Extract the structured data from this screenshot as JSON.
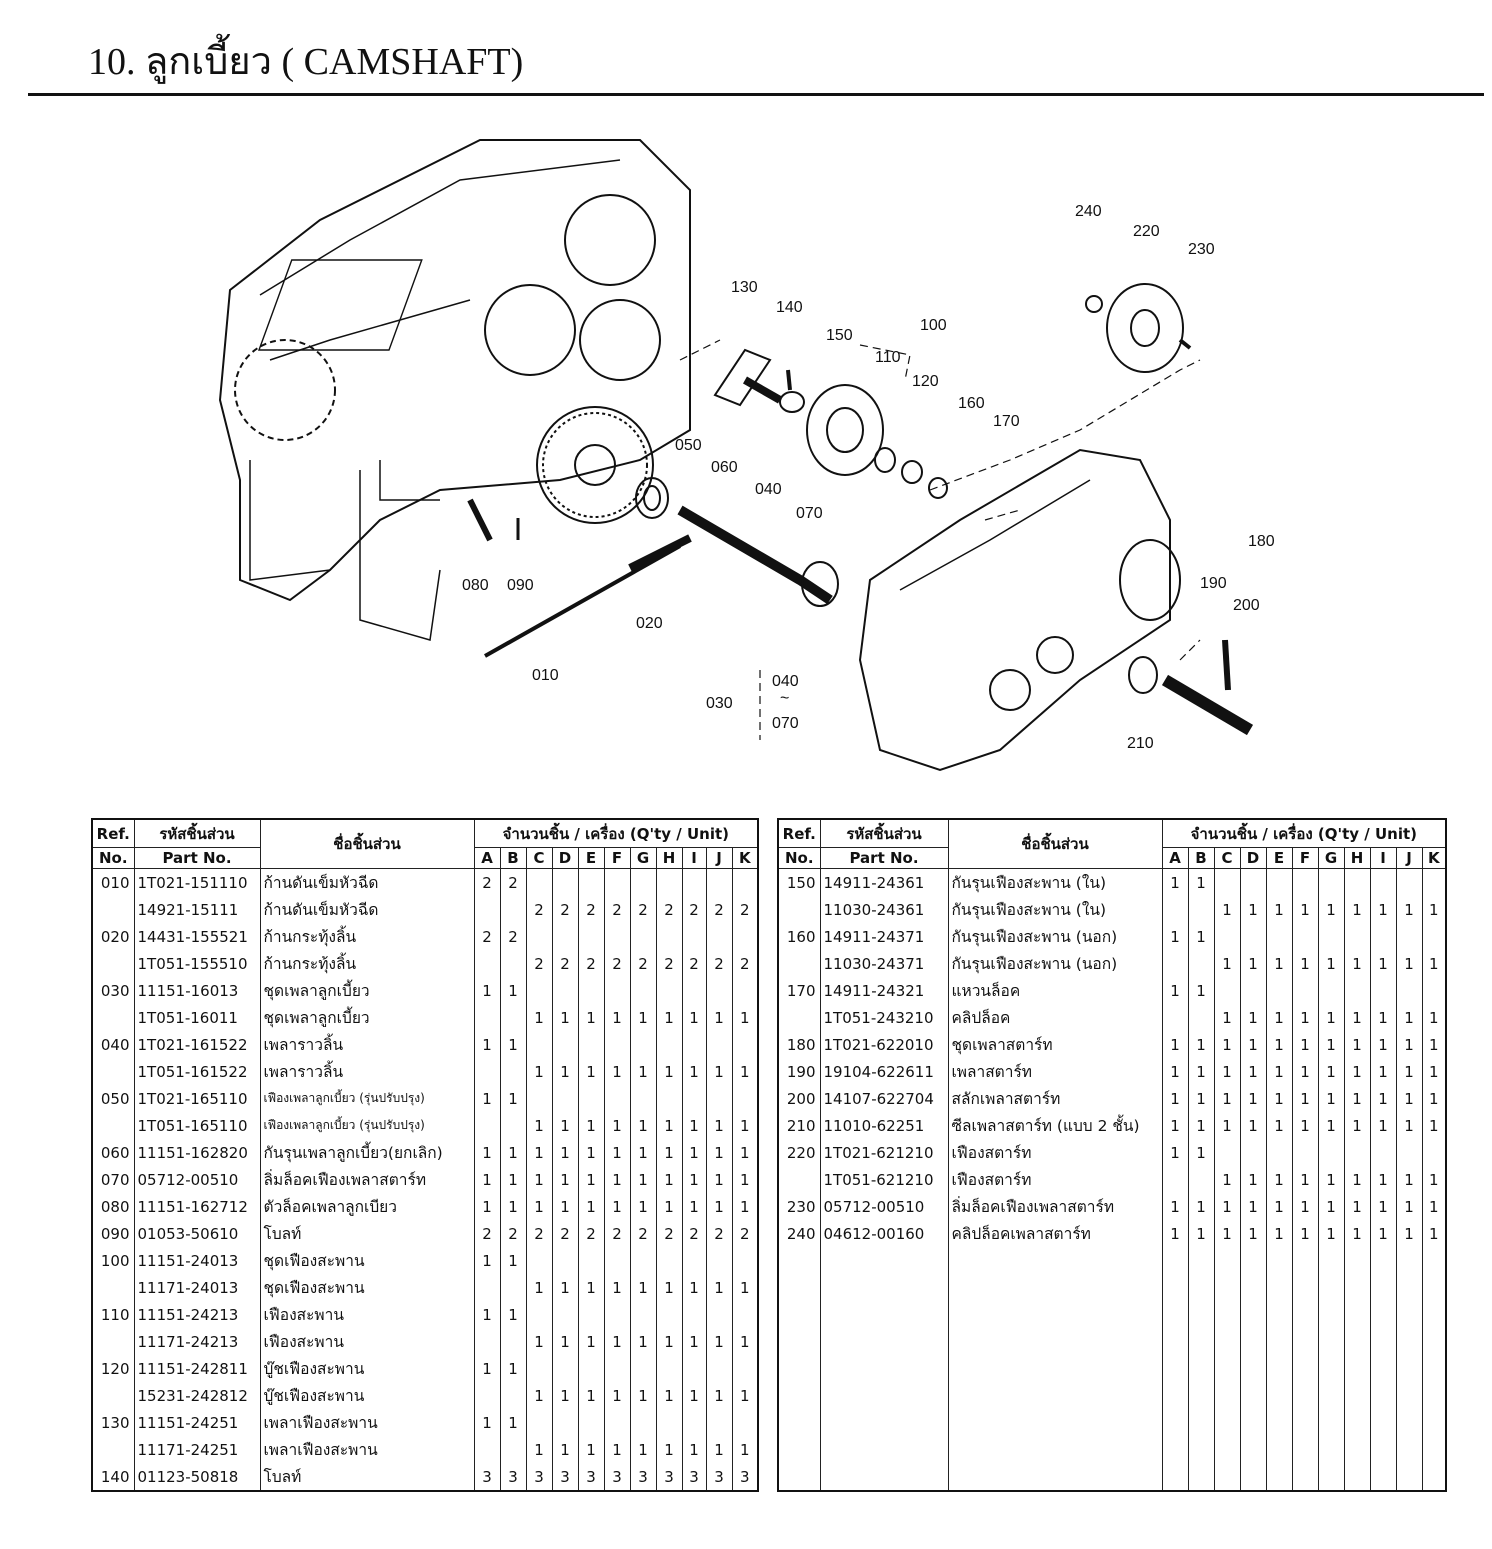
{
  "page": {
    "title": "10. ลูกเบี้ยว ( CAMSHAFT)"
  },
  "diagram": {
    "callouts": [
      "240",
      "220",
      "230",
      "130",
      "140",
      "150",
      "100",
      "110",
      "120",
      "160",
      "170",
      "050",
      "060",
      "040",
      "070",
      "080",
      "090",
      "020",
      "010",
      "030",
      "040",
      "~",
      "070",
      "180",
      "190",
      "200",
      "210"
    ]
  },
  "table": {
    "headers": {
      "ref_1": "Ref.",
      "ref_2": "No.",
      "part_th": "รหัสชิ้นส่วน",
      "part_en": "Part No.",
      "name_th": "ชื่อชิ้นส่วน",
      "qty": "จำนวนชิ้น / เครื่อง (Q'ty / Unit)",
      "models": [
        "A",
        "B",
        "C",
        "D",
        "E",
        "F",
        "G",
        "H",
        "I",
        "J",
        "K"
      ]
    },
    "left_rows": [
      {
        "ref": "010",
        "part": "1T021-151110",
        "name": "ก้านดันเข็มหัวฉีด",
        "q": [
          "2",
          "2",
          "",
          "",
          "",
          "",
          "",
          "",
          "",
          "",
          ""
        ]
      },
      {
        "ref": "",
        "part": "14921-15111",
        "name": "ก้านดันเข็มหัวฉีด",
        "q": [
          "",
          "",
          "2",
          "2",
          "2",
          "2",
          "2",
          "2",
          "2",
          "2",
          "2"
        ]
      },
      {
        "ref": "020",
        "part": "14431-155521",
        "name": "ก้านกระทุ้งลิ้น",
        "q": [
          "2",
          "2",
          "",
          "",
          "",
          "",
          "",
          "",
          "",
          "",
          ""
        ]
      },
      {
        "ref": "",
        "part": "1T051-155510",
        "name": "ก้านกระทุ้งลิ้น",
        "q": [
          "",
          "",
          "2",
          "2",
          "2",
          "2",
          "2",
          "2",
          "2",
          "2",
          "2"
        ]
      },
      {
        "ref": "030",
        "part": "11151-16013",
        "name": "ชุดเพลาลูกเบี้ยว",
        "q": [
          "1",
          "1",
          "",
          "",
          "",
          "",
          "",
          "",
          "",
          "",
          ""
        ]
      },
      {
        "ref": "",
        "part": "1T051-16011",
        "name": "ชุดเพลาลูกเบี้ยว",
        "q": [
          "",
          "",
          "1",
          "1",
          "1",
          "1",
          "1",
          "1",
          "1",
          "1",
          "1"
        ]
      },
      {
        "ref": "040",
        "part": "1T021-161522",
        "name": "เพลาราวลิ้น",
        "q": [
          "1",
          "1",
          "",
          "",
          "",
          "",
          "",
          "",
          "",
          "",
          ""
        ]
      },
      {
        "ref": "",
        "part": "1T051-161522",
        "name": "เพลาราวลิ้น",
        "q": [
          "",
          "",
          "1",
          "1",
          "1",
          "1",
          "1",
          "1",
          "1",
          "1",
          "1"
        ]
      },
      {
        "ref": "050",
        "part": "1T021-165110",
        "name": "เฟืองเพลาลูกเบี้ยว (รุ่นปรับปรุง)",
        "small": true,
        "q": [
          "1",
          "1",
          "",
          "",
          "",
          "",
          "",
          "",
          "",
          "",
          ""
        ]
      },
      {
        "ref": "",
        "part": "1T051-165110",
        "name": "เฟืองเพลาลูกเบี้ยว (รุ่นปรับปรุง)",
        "small": true,
        "q": [
          "",
          "",
          "1",
          "1",
          "1",
          "1",
          "1",
          "1",
          "1",
          "1",
          "1"
        ]
      },
      {
        "ref": "060",
        "part": "11151-162820",
        "name": "กันรุนเพลาลูกเบี้ยว(ยกเลิก)",
        "q": [
          "1",
          "1",
          "1",
          "1",
          "1",
          "1",
          "1",
          "1",
          "1",
          "1",
          "1"
        ]
      },
      {
        "ref": "070",
        "part": "05712-00510",
        "name": "ลิ่มล็อคเฟืองเพลาสตาร์ท",
        "q": [
          "1",
          "1",
          "1",
          "1",
          "1",
          "1",
          "1",
          "1",
          "1",
          "1",
          "1"
        ]
      },
      {
        "ref": "080",
        "part": "11151-162712",
        "name": "ตัวล็อคเพลาลูกเบียว",
        "q": [
          "1",
          "1",
          "1",
          "1",
          "1",
          "1",
          "1",
          "1",
          "1",
          "1",
          "1"
        ]
      },
      {
        "ref": "090",
        "part": "01053-50610",
        "name": "โบลท์",
        "q": [
          "2",
          "2",
          "2",
          "2",
          "2",
          "2",
          "2",
          "2",
          "2",
          "2",
          "2"
        ]
      },
      {
        "ref": "100",
        "part": "11151-24013",
        "name": "ชุดเฟืองสะพาน",
        "q": [
          "1",
          "1",
          "",
          "",
          "",
          "",
          "",
          "",
          "",
          "",
          ""
        ]
      },
      {
        "ref": "",
        "part": "11171-24013",
        "name": "ชุดเฟืองสะพาน",
        "q": [
          "",
          "",
          "1",
          "1",
          "1",
          "1",
          "1",
          "1",
          "1",
          "1",
          "1"
        ]
      },
      {
        "ref": "110",
        "part": "11151-24213",
        "name": "เฟืองสะพาน",
        "q": [
          "1",
          "1",
          "",
          "",
          "",
          "",
          "",
          "",
          "",
          "",
          ""
        ]
      },
      {
        "ref": "",
        "part": "11171-24213",
        "name": "เฟืองสะพาน",
        "q": [
          "",
          "",
          "1",
          "1",
          "1",
          "1",
          "1",
          "1",
          "1",
          "1",
          "1"
        ]
      },
      {
        "ref": "120",
        "part": "11151-242811",
        "name": "บู๊ชเฟืองสะพาน",
        "q": [
          "1",
          "1",
          "",
          "",
          "",
          "",
          "",
          "",
          "",
          "",
          ""
        ]
      },
      {
        "ref": "",
        "part": "15231-242812",
        "name": "บู๊ชเฟืองสะพาน",
        "q": [
          "",
          "",
          "1",
          "1",
          "1",
          "1",
          "1",
          "1",
          "1",
          "1",
          "1"
        ]
      },
      {
        "ref": "130",
        "part": "11151-24251",
        "name": "เพลาเฟืองสะพาน",
        "q": [
          "1",
          "1",
          "",
          "",
          "",
          "",
          "",
          "",
          "",
          "",
          ""
        ]
      },
      {
        "ref": "",
        "part": "11171-24251",
        "name": "เพลาเฟืองสะพาน",
        "q": [
          "",
          "",
          "1",
          "1",
          "1",
          "1",
          "1",
          "1",
          "1",
          "1",
          "1"
        ]
      },
      {
        "ref": "140",
        "part": "01123-50818",
        "name": "โบลท์",
        "q": [
          "3",
          "3",
          "3",
          "3",
          "3",
          "3",
          "3",
          "3",
          "3",
          "3",
          "3"
        ]
      }
    ],
    "right_rows": [
      {
        "ref": "150",
        "part": "14911-24361",
        "name": "กันรุนเฟืองสะพาน (ใน)",
        "q": [
          "1",
          "1",
          "",
          "",
          "",
          "",
          "",
          "",
          "",
          "",
          ""
        ]
      },
      {
        "ref": "",
        "part": "11030-24361",
        "name": "กันรุนเฟืองสะพาน (ใน)",
        "q": [
          "",
          "",
          "1",
          "1",
          "1",
          "1",
          "1",
          "1",
          "1",
          "1",
          "1"
        ]
      },
      {
        "ref": "160",
        "part": "14911-24371",
        "name": "กันรุนเฟืองสะพาน (นอก)",
        "q": [
          "1",
          "1",
          "",
          "",
          "",
          "",
          "",
          "",
          "",
          "",
          ""
        ]
      },
      {
        "ref": "",
        "part": "11030-24371",
        "name": "กันรุนเฟืองสะพาน (นอก)",
        "q": [
          "",
          "",
          "1",
          "1",
          "1",
          "1",
          "1",
          "1",
          "1",
          "1",
          "1"
        ]
      },
      {
        "ref": "170",
        "part": "14911-24321",
        "name": "แหวนล็อค",
        "q": [
          "1",
          "1",
          "",
          "",
          "",
          "",
          "",
          "",
          "",
          "",
          ""
        ]
      },
      {
        "ref": "",
        "part": "1T051-243210",
        "name": "คลิปล็อค",
        "q": [
          "",
          "",
          "1",
          "1",
          "1",
          "1",
          "1",
          "1",
          "1",
          "1",
          "1"
        ]
      },
      {
        "ref": "180",
        "part": "1T021-622010",
        "name": "ชุดเพลาสตาร์ท",
        "q": [
          "1",
          "1",
          "1",
          "1",
          "1",
          "1",
          "1",
          "1",
          "1",
          "1",
          "1"
        ]
      },
      {
        "ref": "190",
        "part": "19104-622611",
        "name": "เพลาสตาร์ท",
        "q": [
          "1",
          "1",
          "1",
          "1",
          "1",
          "1",
          "1",
          "1",
          "1",
          "1",
          "1"
        ]
      },
      {
        "ref": "200",
        "part": "14107-622704",
        "name": "สลักเพลาสตาร์ท",
        "q": [
          "1",
          "1",
          "1",
          "1",
          "1",
          "1",
          "1",
          "1",
          "1",
          "1",
          "1"
        ]
      },
      {
        "ref": "210",
        "part": "11010-62251",
        "name": "ซีลเพลาสตาร์ท (แบบ 2 ชั้น)",
        "q": [
          "1",
          "1",
          "1",
          "1",
          "1",
          "1",
          "1",
          "1",
          "1",
          "1",
          "1"
        ]
      },
      {
        "ref": "220",
        "part": "1T021-621210",
        "name": "เฟืองสตาร์ท",
        "q": [
          "1",
          "1",
          "",
          "",
          "",
          "",
          "",
          "",
          "",
          "",
          ""
        ]
      },
      {
        "ref": "",
        "part": "1T051-621210",
        "name": "เฟืองสตาร์ท",
        "q": [
          "",
          "",
          "1",
          "1",
          "1",
          "1",
          "1",
          "1",
          "1",
          "1",
          "1"
        ]
      },
      {
        "ref": "230",
        "part": "05712-00510",
        "name": "ลิ่มล็อคเฟืองเพลาสตาร์ท",
        "q": [
          "1",
          "1",
          "1",
          "1",
          "1",
          "1",
          "1",
          "1",
          "1",
          "1",
          "1"
        ]
      },
      {
        "ref": "240",
        "part": "04612-00160",
        "name": "คลิปล็อคเพลาสตาร์ท",
        "q": [
          "1",
          "1",
          "1",
          "1",
          "1",
          "1",
          "1",
          "1",
          "1",
          "1",
          "1"
        ]
      }
    ]
  }
}
